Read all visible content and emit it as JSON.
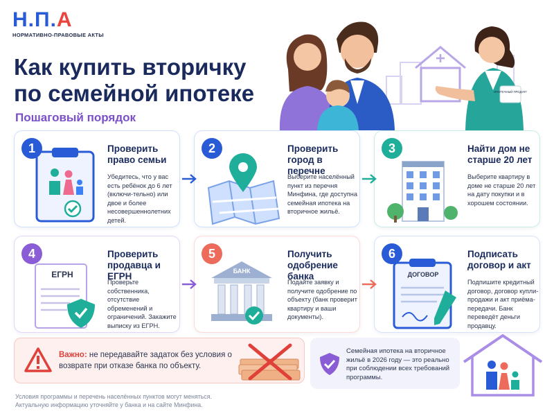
{
  "logo": {
    "mark_main": "Н.П.",
    "mark_accent": "А",
    "subtitle": "НОРМАТИВНО-ПРАВОВЫЕ АКТЫ"
  },
  "header": {
    "title_line1": "Как купить вторичку",
    "title_line2": "по семейной ипотеке",
    "subtitle": "Пошаговый порядок"
  },
  "hero": {
    "badge_text": "ИПОТЕЧНЫЙ ПРОДУКТ"
  },
  "steps": [
    {
      "num": "1",
      "title": "Проверить право семьи",
      "desc": "Убедитесь, что у вас есть ребёнок до 6 лет (включи-тельно) или двое и более несовершеннолетних детей.",
      "color": "#2a5bd7"
    },
    {
      "num": "2",
      "title": "Проверить город в перечне",
      "desc": "Выберите населённый пункт из перечня Минфина, где доступна семейная ипотека на вторичное жильё.",
      "color": "#2a5bd7"
    },
    {
      "num": "3",
      "title": "Найти дом не старше 20 лет",
      "desc": "Выберите квартиру в доме не старше 20 лет на дату покупки и в хорошем состоянии.",
      "color": "#1fae9a"
    },
    {
      "num": "4",
      "title": "Проверить продавца и ЕГРН",
      "desc": "Проверьте собственника, отсутствие обременений и ограничений. Закажите выписку из ЕГРН.",
      "color": "#8a5cd6",
      "doc_label": "ЕГРН"
    },
    {
      "num": "5",
      "title": "Получить одобрение банка",
      "desc": "Подайте заявку и получите одобрение по объекту (банк проверит квартиру и ваши документы).",
      "color": "#ec6b5a",
      "bank_label": "БАНК"
    },
    {
      "num": "6",
      "title": "Подписать договор и акт",
      "desc": "Подпишите кредитный договор, договор купли-продажи и акт приёма-передачи. Банк переведёт деньги продавцу.",
      "color": "#2a5bd7",
      "doc_label": "ДОГОВОР"
    }
  ],
  "warning": {
    "label": "Важно:",
    "text": " не передавайте задаток без условия о возврате при отказе банка по объекту."
  },
  "info": {
    "text": "Семейная ипотека на вторичное жильё в 2026 году — это реально при соблюдении всех требований программы."
  },
  "footer": {
    "line1": "Условия программы и перечень населённых пунктов могут меняться.",
    "line2": "Актуальную информацию уточняйте у банка и на сайте Минфина."
  }
}
